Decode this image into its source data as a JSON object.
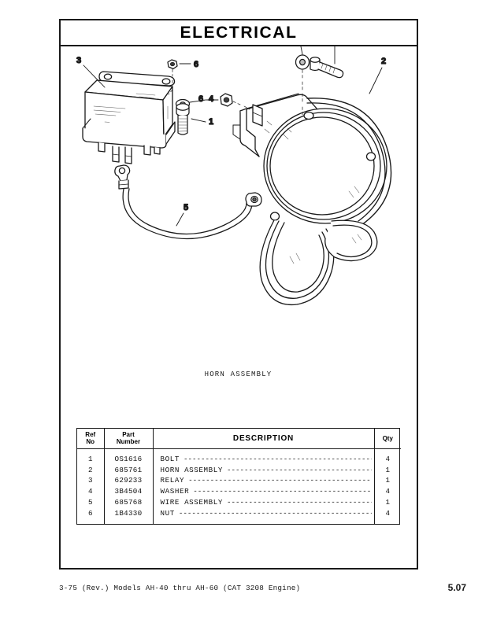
{
  "document": {
    "section_title": "ELECTRICAL",
    "figure_caption": "HORN ASSEMBLY"
  },
  "table": {
    "headers": {
      "ref_line1": "Ref",
      "ref_line2": "No",
      "part_line1": "Part",
      "part_line2": "Number",
      "description": "DESCRIPTION",
      "qty": "Qty"
    },
    "leader": "----------------------------------------------------------------",
    "rows": [
      {
        "ref": "1",
        "part": "OS1616",
        "description": "BOLT",
        "qty": "4"
      },
      {
        "ref": "2",
        "part": "685761",
        "description": "HORN ASSEMBLY",
        "qty": "1"
      },
      {
        "ref": "3",
        "part": "629233",
        "description": "RELAY",
        "qty": "1"
      },
      {
        "ref": "4",
        "part": "3B4504",
        "description": "WASHER",
        "qty": "4"
      },
      {
        "ref": "5",
        "part": "685768",
        "description": "WIRE ASSEMBLY",
        "qty": "1"
      },
      {
        "ref": "6",
        "part": "1B4330",
        "description": "NUT",
        "qty": "4"
      }
    ]
  },
  "diagram": {
    "callouts": [
      {
        "id": "relay",
        "label": "3"
      },
      {
        "id": "relay-nut",
        "label": "6"
      },
      {
        "id": "relay-washer",
        "label": "4"
      },
      {
        "id": "relay-bolt",
        "label": "1"
      },
      {
        "id": "horn-washer",
        "label": "4"
      },
      {
        "id": "horn-bolt",
        "label": "1"
      },
      {
        "id": "horn-assembly",
        "label": "2"
      },
      {
        "id": "horn-nut",
        "label": "6"
      },
      {
        "id": "wire-assembly",
        "label": "5"
      }
    ]
  },
  "footer": {
    "left": "3-75  (Rev.) Models AH-40 thru AH-60 (CAT 3208 Engine)",
    "page": "5.07"
  }
}
